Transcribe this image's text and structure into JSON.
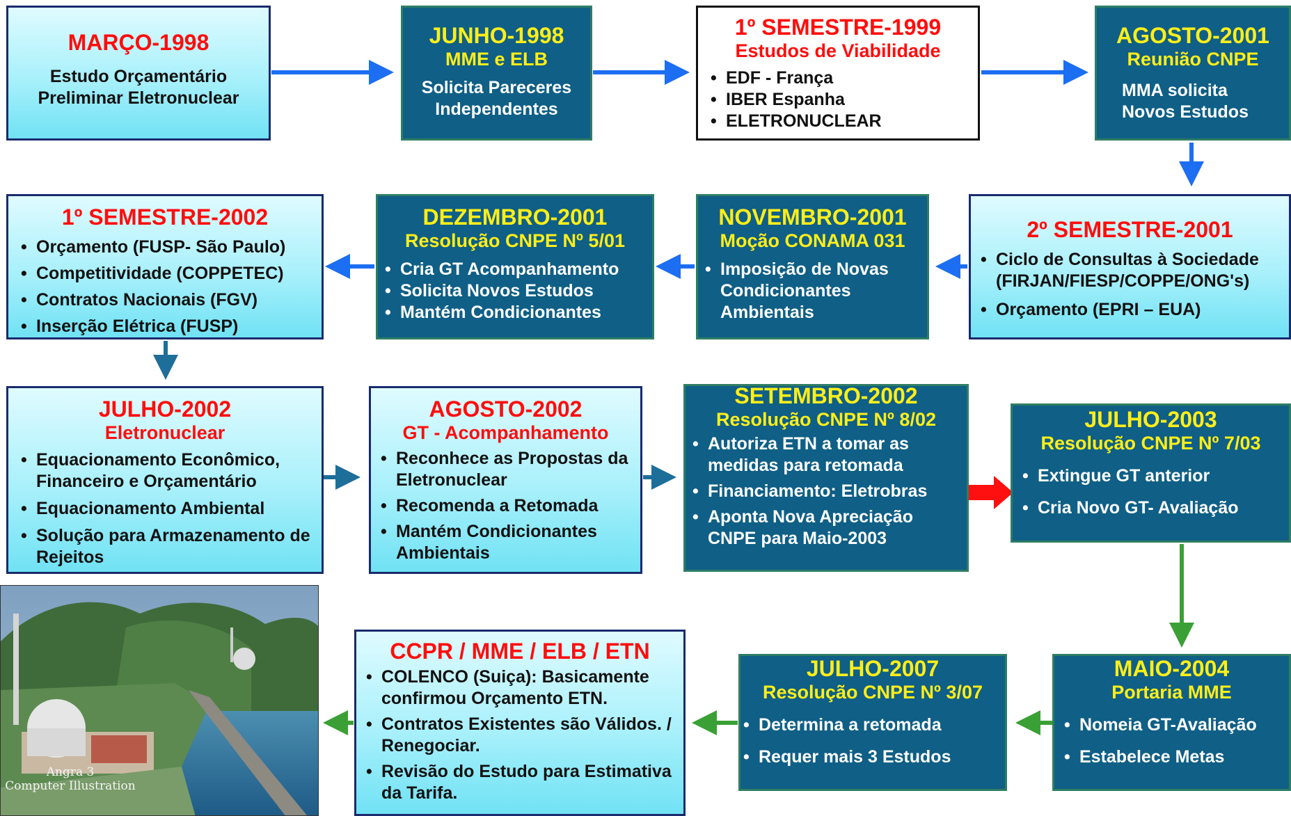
{
  "colors": {
    "blue_arrow": "#1c6ef2",
    "green_arrow": "#3aa035",
    "red_arrow": "#ff1010",
    "teal_arrow": "#1e6e9a",
    "title_red": "#ff0d0d",
    "title_yellow": "#ffee1a"
  },
  "boxes": {
    "marco1998": {
      "title": "MARÇO-1998",
      "text": "Estudo Orçamentário Preliminar Eletronuclear"
    },
    "junho1998": {
      "title": "JUNHO-1998",
      "subtitle": "MME e ELB",
      "text": "Solicita  Pareceres Independentes"
    },
    "sem1999": {
      "title": "1º SEMESTRE-1999",
      "subtitle": "Estudos de Viabilidade",
      "items": [
        "EDF - França",
        "IBER Espanha",
        "ELETRONUCLEAR"
      ]
    },
    "agosto2001": {
      "title": "AGOSTO-2001",
      "subtitle": "Reunião CNPE",
      "text": "MMA solicita Novos Estudos"
    },
    "sem2002": {
      "title": "1º  SEMESTRE-2002",
      "items": [
        "Orçamento (FUSP- São Paulo)",
        "Competitividade (COPPETEC)",
        "Contratos Nacionais (FGV)",
        "Inserção Elétrica (FUSP)"
      ]
    },
    "dezembro2001": {
      "title": "DEZEMBRO-2001",
      "subtitle": "Resolução CNPE Nº 5/01",
      "items": [
        "Cria GT Acompanhamento",
        "Solicita Novos Estudos",
        "Mantém Condicionantes"
      ]
    },
    "novembro2001": {
      "title": "NOVEMBRO-2001",
      "subtitle": "Moção CONAMA 031",
      "items": [
        "Imposição de Novas Condicionantes Ambientais"
      ]
    },
    "sem2001": {
      "title": "2º SEMESTRE-2001",
      "items": [
        "Ciclo de Consultas à Sociedade (FIRJAN/FIESP/COPPE/ONG's)",
        "Orçamento (EPRI – EUA)"
      ]
    },
    "julho2002": {
      "title": "JULHO-2002",
      "subtitle": "Eletronuclear",
      "items": [
        "Equacionamento Econômico, Financeiro e Orçamentário",
        "Equacionamento Ambiental",
        "Solução para Armazenamento de Rejeitos"
      ]
    },
    "agosto2002": {
      "title": "AGOSTO-2002",
      "subtitle": "GT - Acompanhamento",
      "items": [
        "Reconhece as Propostas da Eletronuclear",
        "Recomenda a Retomada",
        "Mantém Condicionantes Ambientais"
      ]
    },
    "setembro2002": {
      "title": "SETEMBRO-2002",
      "subtitle": "Resolução CNPE Nº  8/02",
      "items": [
        "Autoriza ETN a tomar as medidas para retomada",
        "Financiamento: Eletrobras",
        "Aponta Nova Apreciação CNPE para Maio-2003"
      ]
    },
    "julho2003": {
      "title": "JULHO-2003",
      "subtitle": "Resolução CNPE Nº 7/03",
      "items": [
        "Extingue GT anterior",
        "Cria Novo GT- Avaliação"
      ]
    },
    "ccpr": {
      "title": "CCPR / MME / ELB / ETN",
      "items": [
        "COLENCO (Suiça): Basicamente confirmou Orçamento ETN.",
        "Contratos Existentes são Válidos. / Renegociar.",
        "Revisão do Estudo para Estimativa da Tarifa."
      ]
    },
    "julho2007": {
      "title": "JULHO-2007",
      "subtitle": "Resolução CNPE Nº  3/07",
      "items": [
        "Determina a retomada",
        "Requer mais 3 Estudos"
      ]
    },
    "maio2004": {
      "title": "MAIO-2004",
      "subtitle": "Portaria MME",
      "items": [
        "Nomeia GT-Avaliação",
        "Estabelece Metas"
      ]
    }
  },
  "photo": {
    "caption_line1": "Angra 3",
    "caption_line2": "Computer Illustration"
  }
}
